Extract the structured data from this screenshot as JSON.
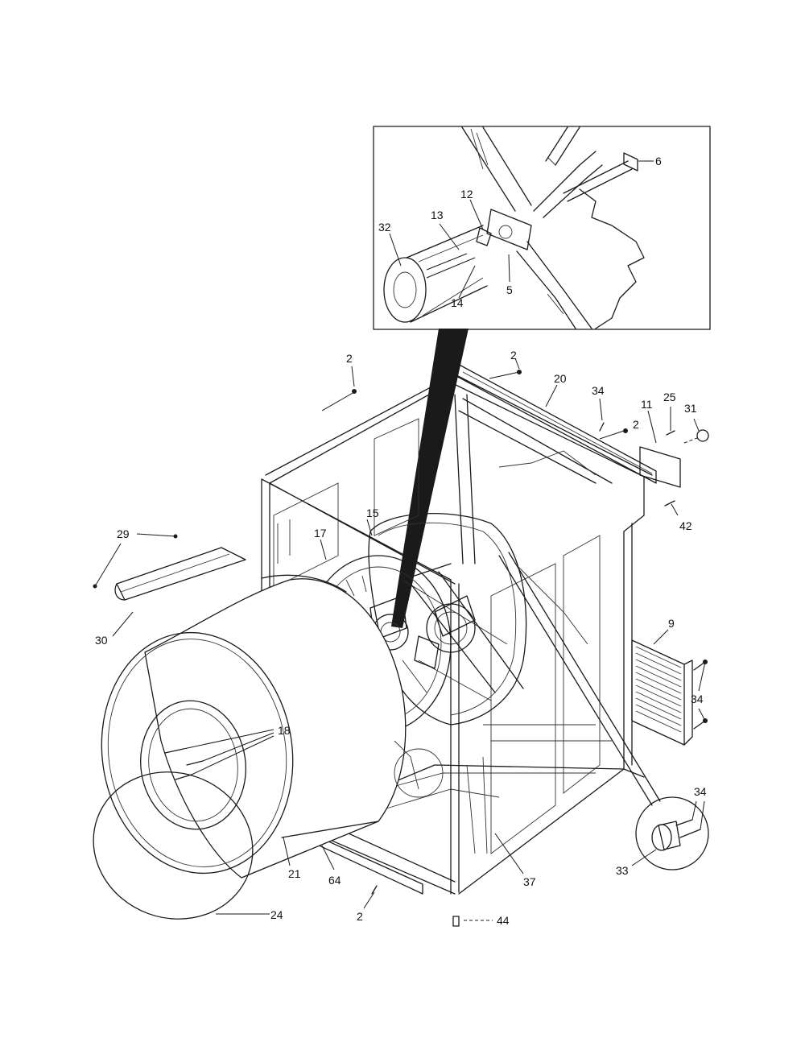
{
  "callouts": [
    {
      "id": "c2a",
      "text": "2"
    },
    {
      "id": "c2b",
      "text": "2"
    },
    {
      "id": "c2c",
      "text": "2"
    },
    {
      "id": "c2d",
      "text": "2"
    },
    {
      "id": "c5",
      "text": "5"
    },
    {
      "id": "c6",
      "text": "6"
    },
    {
      "id": "c9",
      "text": "9"
    },
    {
      "id": "c11",
      "text": "11"
    },
    {
      "id": "c12",
      "text": "12"
    },
    {
      "id": "c13",
      "text": "13"
    },
    {
      "id": "c14",
      "text": "14"
    },
    {
      "id": "c15",
      "text": "15"
    },
    {
      "id": "c17",
      "text": "17"
    },
    {
      "id": "c18",
      "text": "18"
    },
    {
      "id": "c20",
      "text": "20"
    },
    {
      "id": "c21",
      "text": "21"
    },
    {
      "id": "c24",
      "text": "24"
    },
    {
      "id": "c25",
      "text": "25"
    },
    {
      "id": "c29",
      "text": "29"
    },
    {
      "id": "c30",
      "text": "30"
    },
    {
      "id": "c31",
      "text": "31"
    },
    {
      "id": "c32",
      "text": "32"
    },
    {
      "id": "c33",
      "text": "33"
    },
    {
      "id": "c34a",
      "text": "34"
    },
    {
      "id": "c34b",
      "text": "34"
    },
    {
      "id": "c34c",
      "text": "34"
    },
    {
      "id": "c37",
      "text": "37"
    },
    {
      "id": "c42",
      "text": "42"
    },
    {
      "id": "c44",
      "text": "44"
    },
    {
      "id": "c64",
      "text": "64"
    }
  ]
}
